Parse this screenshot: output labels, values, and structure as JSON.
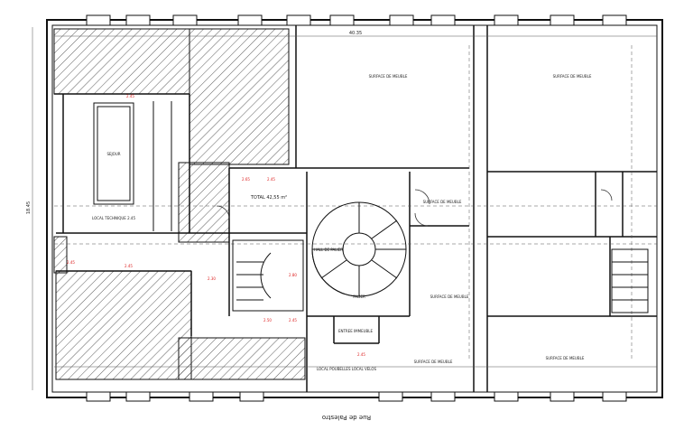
{
  "plan": {
    "street_label": "Rue de Palestro",
    "dimension_labels": {
      "total_width": "40.35",
      "left_height": "18.45"
    },
    "area_labels": [
      {
        "id": "big-room-top-center",
        "text": "SURFACE DE MEUBLE"
      },
      {
        "id": "big-room-top-right",
        "text": "SURFACE DE MEUBLE"
      },
      {
        "id": "left-room",
        "text": "SEJOUR"
      },
      {
        "id": "left-tall-room",
        "text": "LOCAL TECHNIQUE 2.45"
      },
      {
        "id": "stair-hall-label",
        "text": "TOTAL 42,55 m²"
      },
      {
        "id": "center-hall",
        "text": "HALL DE PALIER"
      },
      {
        "id": "center-room",
        "text": "PALIER"
      },
      {
        "id": "right-mid-a",
        "text": "SURFACE DE MEUBLE"
      },
      {
        "id": "right-mid-b",
        "text": "SURFACE DE MEUBLE"
      },
      {
        "id": "bottom-right-a",
        "text": "SURFACE DE MEUBLE"
      },
      {
        "id": "bottom-right-b",
        "text": "SURFACE DE MEUBLE"
      },
      {
        "id": "entry-lobby",
        "text": "ENTREE IMMEUBLE"
      },
      {
        "id": "bottom-center-note",
        "text": "LOCAL POUBELLES LOCAL VELOS"
      }
    ],
    "red_marks": [
      "2.45",
      "2.65",
      "2.45",
      "2.80",
      "2.45",
      "2.30",
      "2.50",
      "2.45",
      "2.45",
      "2.45"
    ]
  }
}
